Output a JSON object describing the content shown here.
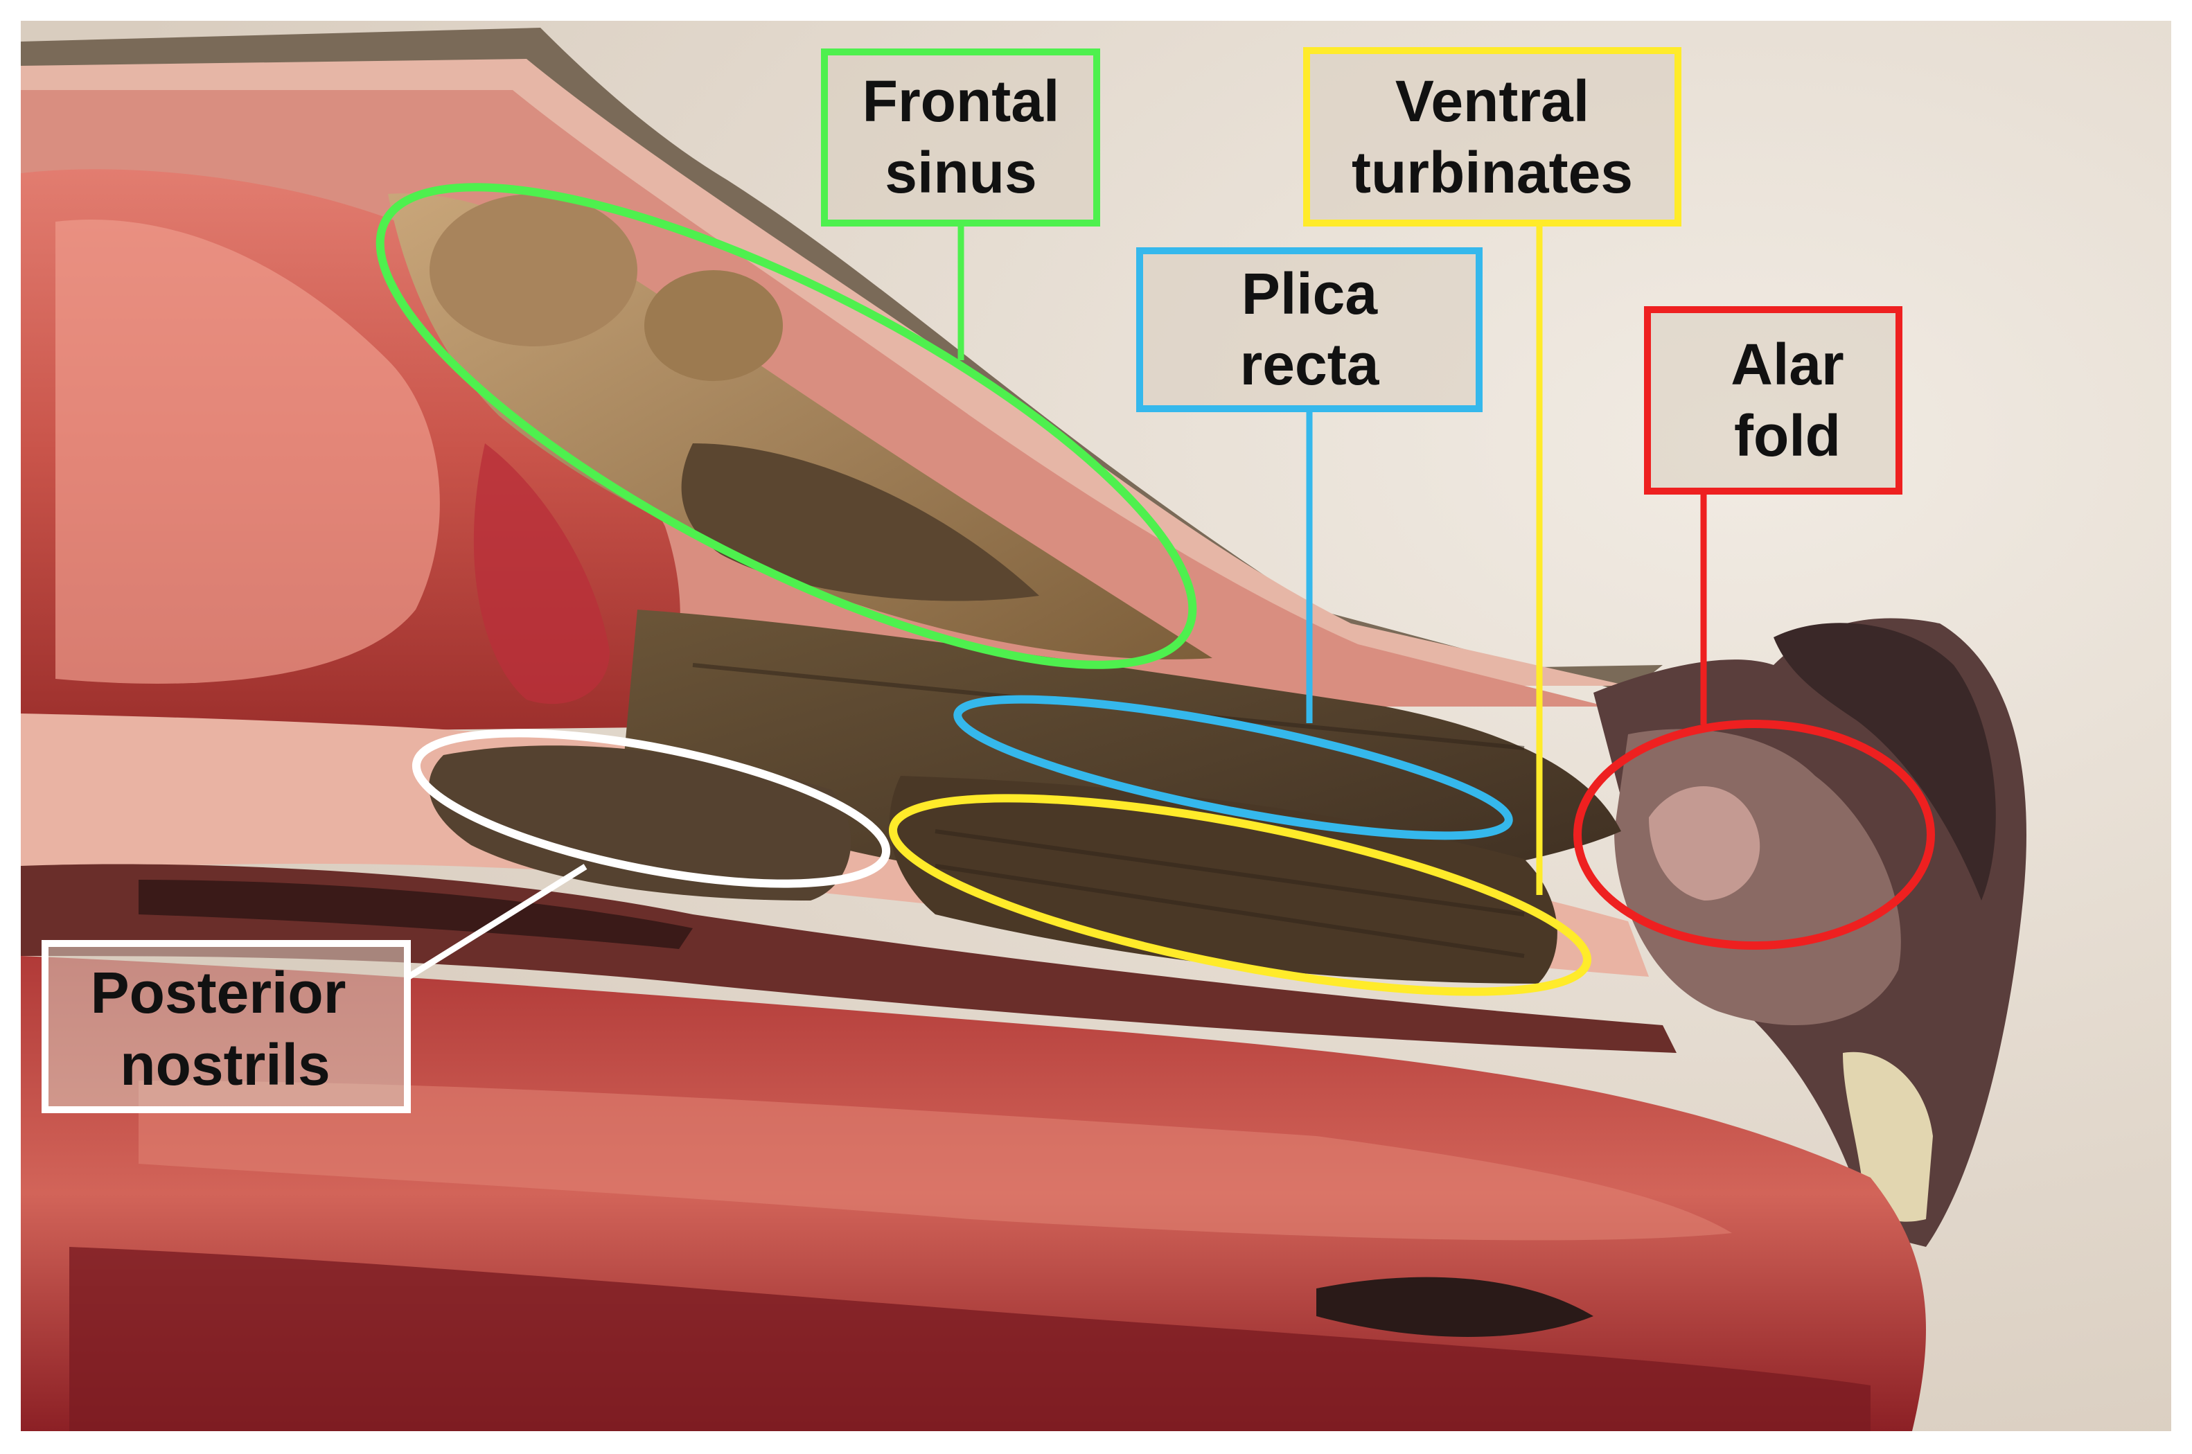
{
  "labels": {
    "frontal_sinus": {
      "line1": "Frontal",
      "line2": "sinus",
      "color": "#4ef04e"
    },
    "ventral_turbinates": {
      "line1": "Ventral",
      "line2": "turbinates",
      "color": "#ffeb2a"
    },
    "plica_recta": {
      "line1": "Plica",
      "line2": "recta",
      "color": "#35b8ec"
    },
    "alar_fold": {
      "line1": "Alar",
      "line2": "fold",
      "color": "#ee2020"
    },
    "posterior_nostrils": {
      "line1": "Posterior",
      "line2": "nostrils",
      "color": "#ffffff"
    }
  }
}
